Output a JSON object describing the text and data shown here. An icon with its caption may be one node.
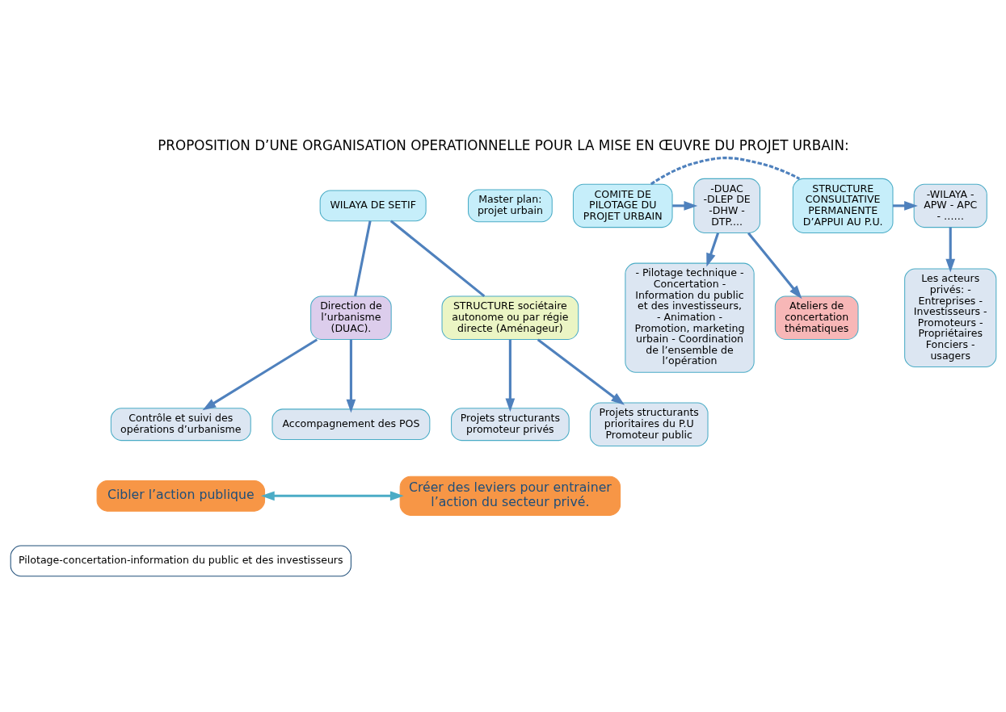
{
  "diagram": {
    "title": "PROPOSITION D’UNE ORGANISATION OPERATIONNELLE POUR LA MISE EN ŒUVRE DU PROJET URBAIN:",
    "nodes": [
      {
        "text": [
          "WILAYA DE SETIF"
        ]
      },
      {
        "text": [
          "-DUAC -DLEP DE -DHW - DTP...."
        ]
      },
      {
        "text": [
          "COMITE DE PILOTAGE DU PROJET URBAIN"
        ]
      },
      {
        "text": [
          "STRUCTURE CONSULTATIVE PERMANENTE D’APPUI AU P.U."
        ]
      },
      {
        "text": [
          "-WILAYA - APW - APC - ……"
        ]
      },
      {
        "text": [
          "- Pilotage technique - Concertation - Information du public et des investisseurs, - Animation - Promotion, marketing urbain - Coordination de l’ensemble de l’opération"
        ]
      },
      {
        "text": [
          "Ateliers de concertation thématiques"
        ]
      },
      {
        "text": [
          "Les acteurs privés: - Entreprises - Investisseurs - Promoteurs - Propriétaires Fonciers - usagers"
        ]
      },
      {
        "text": [
          "Master plan: projet urbain"
        ]
      },
      {
        "text": [
          "Direction de l’urbanisme (DUAC)."
        ]
      },
      {
        "text": [
          "STRUCTURE sociétaire autonome ou par régie directe (Aménageur)"
        ]
      },
      {
        "text": [
          "Contrôle et suivi des opérations d’urbanisme"
        ]
      },
      {
        "text": [
          "Accompagnement des POS"
        ]
      },
      {
        "text": [
          "Projets structurants promoteur privés"
        ]
      },
      {
        "text": [
          "Projets structurants prioritaires du P.U Promoteur public"
        ]
      },
      {
        "text": [
          "Cibler l’action publique"
        ]
      },
      {
        "text": [
          "Créer des leviers pour entrainer l’action du secteur privé."
        ]
      },
      {
        "text": [
          "Pilotage-concertation-information du public et des investisseurs"
        ]
      }
    ],
    "edges": [
      {
        "from": 0,
        "to": 9,
        "arrow": "none"
      },
      {
        "from": 0,
        "to": 10,
        "arrow": "none"
      },
      {
        "from": 2,
        "to": 3,
        "arrow": "none",
        "style": "dashed"
      },
      {
        "from": 2,
        "to": 1,
        "arrow": "to"
      },
      {
        "from": 1,
        "to": 5,
        "arrow": "to"
      },
      {
        "from": 1,
        "to": 6,
        "arrow": "to"
      },
      {
        "from": 3,
        "to": 4,
        "arrow": "to"
      },
      {
        "from": 4,
        "to": 7,
        "arrow": "to"
      },
      {
        "from": 9,
        "to": 11,
        "arrow": "to"
      },
      {
        "from": 9,
        "to": 12,
        "arrow": "to"
      },
      {
        "from": 10,
        "to": 13,
        "arrow": "to"
      },
      {
        "from": 10,
        "to": 14,
        "arrow": "to"
      },
      {
        "from": 15,
        "to": 16,
        "arrow": "both",
        "color": "#4bacc6"
      }
    ]
  }
}
